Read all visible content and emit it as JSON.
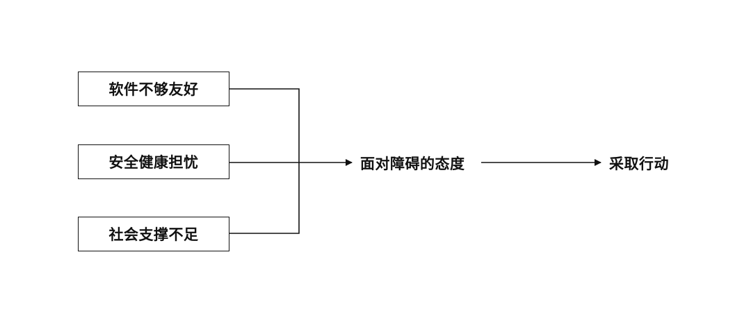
{
  "factors": [
    {
      "label": "软件不够友好"
    },
    {
      "label": "安全健康担忧"
    },
    {
      "label": "社会支撑不足"
    }
  ],
  "middle": {
    "label": "面对障碍的态度"
  },
  "outcome": {
    "label": "采取行动"
  },
  "colors": {
    "line": "#111111",
    "background": "#ffffff"
  }
}
